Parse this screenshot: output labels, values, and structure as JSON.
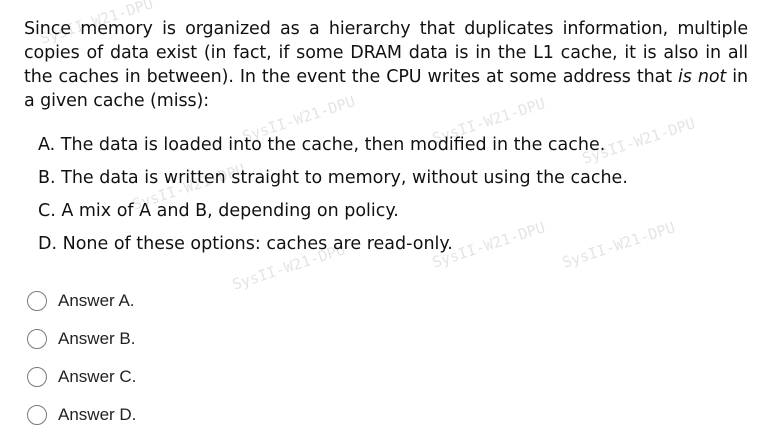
{
  "watermark_text": "SysII-W21-DPU",
  "question": {
    "part1": "Since memory is organized as a hierarchy that duplicates information, multiple copies of data exist (in fact, if some DRAM data is in the L1 cache, it is also in all the caches in between). In the event the CPU writes at some address that ",
    "emphasis": "is not",
    "part2": " in a given cache (miss):"
  },
  "options": [
    "A. The data is loaded into the cache, then modified in the cache.",
    "B. The data is written straight to memory, without using the cache.",
    "C. A mix of A and B, depending on policy.",
    "D. None of these options: caches are read-only."
  ],
  "answers": [
    "Answer A.",
    "Answer B.",
    "Answer C.",
    "Answer D."
  ]
}
